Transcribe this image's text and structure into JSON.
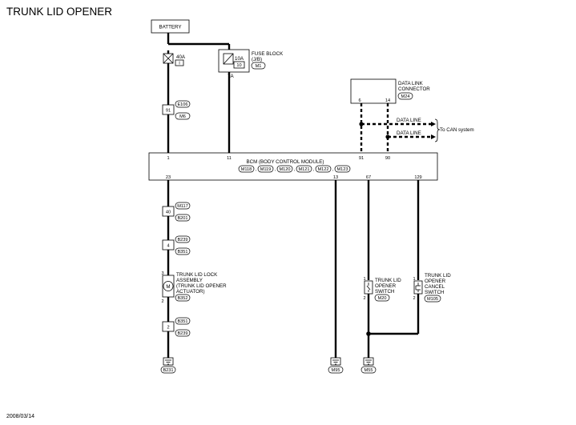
{
  "title": "TRUNK LID OPENER",
  "date": "2008/03/14",
  "battery": {
    "label": "BATTERY"
  },
  "fusible_link": {
    "rating": "40A",
    "id": "I"
  },
  "fuse_block": {
    "line1": "FUSE BLOCK",
    "line2": "(J/B)",
    "rating": "10A",
    "number": "10",
    "connector": "M1",
    "terminal": "7A"
  },
  "joint_e106": {
    "pin": "91",
    "connector_top": "E106",
    "connector_bottom": "M6"
  },
  "data_link": {
    "line1": "DATA LINK",
    "line2": "CONNECTOR",
    "connector": "M24",
    "pin_a": "6",
    "pin_b": "14",
    "line_a": "DATA LINE",
    "line_b": "DATA LINE",
    "can_note": "To CAN system"
  },
  "bcm": {
    "name": "BCM (BODY CONTROL MODULE)",
    "connectors": [
      "M118",
      "M119",
      "M120",
      "M121",
      "M122",
      "M123"
    ],
    "top_pins": [
      "1",
      "11",
      "91",
      "90"
    ],
    "bottom_pins": [
      "23",
      "13",
      "67",
      "129"
    ]
  },
  "joint_m117": {
    "pin": "40",
    "connector_top": "M117",
    "connector_bottom": "B201"
  },
  "joint_b239": {
    "pin": "4",
    "connector_top": "B239",
    "connector_bottom": "B351"
  },
  "actuator": {
    "line1": "TRUNK LID LOCK",
    "line2": "ASSEMBLY",
    "line3": "(TRUNK LID OPENER",
    "line4": "ACTUATOR)",
    "connector": "B352",
    "pin_top": "3",
    "pin_bottom": "2",
    "symbol": "M"
  },
  "joint_b351": {
    "pin": "2",
    "connector_top": "B351",
    "connector_bottom": "B239"
  },
  "opener_switch": {
    "line1": "TRUNK LID",
    "line2": "OPENER",
    "line3": "SWITCH",
    "connector": "M20",
    "pin_top": "1",
    "pin_bottom": "2"
  },
  "cancel_switch": {
    "line1": "TRUNK LID",
    "line2": "OPENER",
    "line3": "CANCEL",
    "line4": "SWITCH",
    "connector": "M105",
    "pin_top": "1",
    "pin_bottom": "2"
  },
  "grounds": [
    "B231",
    "M95",
    "M55"
  ]
}
